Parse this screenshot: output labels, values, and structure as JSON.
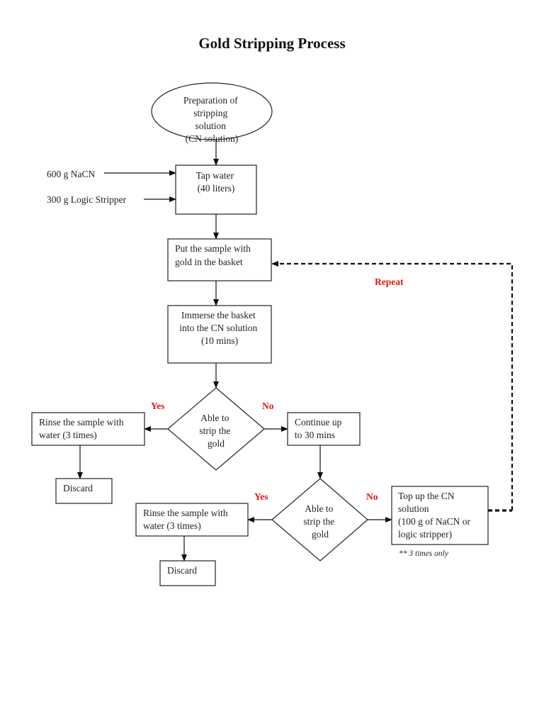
{
  "title": "Gold Stripping Process",
  "nodes": {
    "start": {
      "lines": [
        "Preparation of",
        "stripping",
        "solution",
        "(CN solution)"
      ]
    },
    "tap_water": {
      "lines": [
        "Tap water",
        "(40 liters)"
      ]
    },
    "put_sample": {
      "lines": [
        "Put the sample with",
        "gold in the basket"
      ]
    },
    "immerse": {
      "lines": [
        "Immerse the basket",
        "into the CN solution",
        "(10 mins)"
      ]
    },
    "decision1": {
      "lines": [
        "Able to",
        "strip the",
        "gold"
      ]
    },
    "rinse1": {
      "lines": [
        "Rinse the sample with",
        "water (3 times)"
      ]
    },
    "discard1": {
      "lines": [
        "Discard"
      ]
    },
    "continue": {
      "lines": [
        "Continue up",
        "to 30 mins"
      ]
    },
    "decision2": {
      "lines": [
        "Able to",
        "strip the",
        "gold"
      ]
    },
    "rinse2": {
      "lines": [
        "Rinse the sample with",
        "water (3 times)"
      ]
    },
    "discard2": {
      "lines": [
        "Discard"
      ]
    },
    "top_up": {
      "lines": [
        "Top up the CN",
        "solution",
        "(100 g of NaCN or",
        "logic stripper)"
      ]
    }
  },
  "inputs": {
    "nacn": "600 g NaCN",
    "logic_stripper": "300 g Logic Stripper"
  },
  "labels": {
    "yes1": "Yes",
    "no1": "No",
    "yes2": "Yes",
    "no2": "No",
    "repeat": "Repeat"
  },
  "note": "** 3 times only",
  "colors": {
    "label_red": "#e01818",
    "stroke": "#222222"
  }
}
